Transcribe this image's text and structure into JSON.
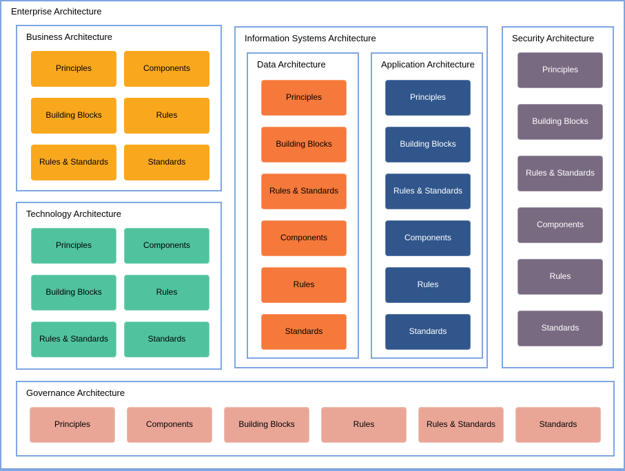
{
  "page": {
    "title": "Enterprise Architecture",
    "background": "#FFFFFF",
    "frame_border_color": "#7EA6E0"
  },
  "sections": {
    "business": {
      "title": "Business Architecture",
      "colors": {
        "fill": "#F9A81E",
        "border": "#FBC express05E",
        "text": "#000000"
      },
      "items": [
        "Principles",
        "Components",
        "Building Blocks",
        "Rules",
        "Rules & Standards",
        "Standards"
      ]
    },
    "technology": {
      "title": "Technology Architecture",
      "colors": {
        "fill": "#50C39E",
        "border": "#82D4BB",
        "text": "#000000"
      },
      "items": [
        "Principles",
        "Components",
        "Building Blocks",
        "Rules",
        "Rules & Standards",
        "Standards"
      ]
    },
    "information_systems": {
      "title": "Information Systems Architecture"
    },
    "data": {
      "title": "Data Architecture",
      "colors": {
        "fill": "#F5793B",
        "border": "#F89E70",
        "text": "#000000"
      },
      "items": [
        "Principles",
        "Building Blocks",
        "Rules & Standards",
        "Components",
        "Rules",
        "Standards"
      ]
    },
    "application": {
      "title": "Application Architecture",
      "colors": {
        "fill": "#30568C",
        "border": "#6280A9",
        "text": "#FFFFFF"
      },
      "items": [
        "Principles",
        "Building Blocks",
        "Rules & Standards",
        "Components",
        "Rules",
        "Standards"
      ]
    },
    "security": {
      "title": "Security Architecture",
      "colors": {
        "fill": "#786A81",
        "border": "#A095A8",
        "text": "#FFFFFF"
      },
      "items": [
        "Principles",
        "Building Blocks",
        "Rules & Standards",
        "Components",
        "Rules",
        "Standards"
      ]
    },
    "governance": {
      "title": "Governance Architecture",
      "colors": {
        "fill": "#E9A697",
        "border": "#F0C0B5",
        "text": "#000000"
      },
      "items": [
        "Principles",
        "Components",
        "Building Blocks",
        "Rules",
        "Rules & Standards",
        "Standards"
      ]
    }
  }
}
